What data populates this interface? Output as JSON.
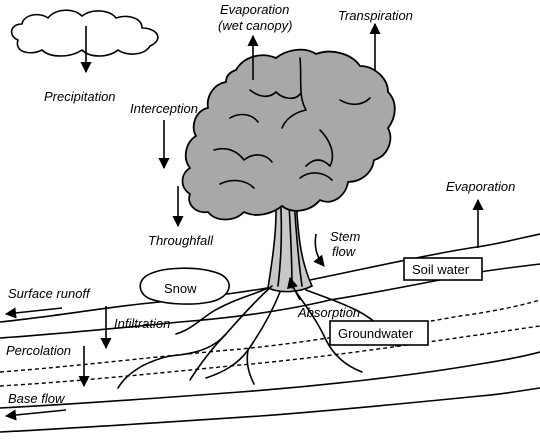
{
  "labels": {
    "precipitation": "Precipitation",
    "evaporation_wet_1": "Evaporation",
    "evaporation_wet_2": "(wet canopy)",
    "transpiration": "Transpiration",
    "interception": "Interception",
    "throughfall": "Throughfall",
    "evaporation": "Evaporation",
    "stem_flow_1": "Stem",
    "stem_flow_2": "flow",
    "surface_runoff": "Surface runoff",
    "snow": "Snow",
    "infiltration": "Infiltration",
    "absorption": "Absorption",
    "soil_water": "Soil water",
    "groundwater": "Groundwater",
    "percolation": "Percolation",
    "base_flow": "Base flow"
  }
}
